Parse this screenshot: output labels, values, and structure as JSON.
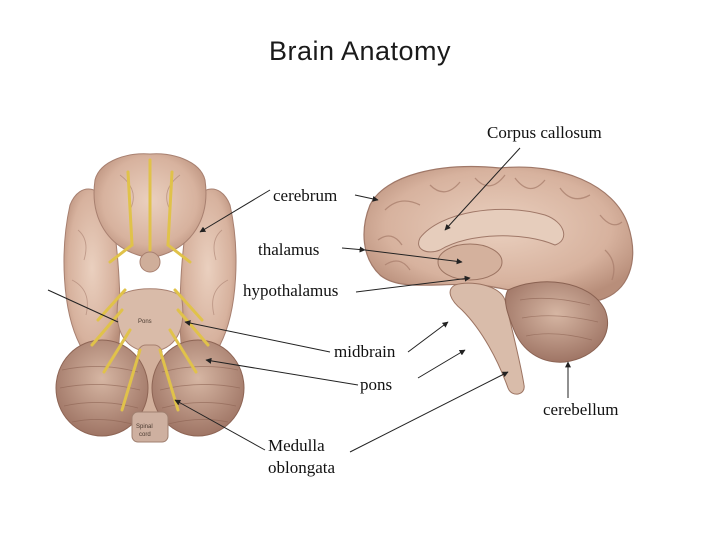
{
  "slide": {
    "title": "Brain Anatomy"
  },
  "colors": {
    "brain_tissue": "#dcb9a6",
    "brain_shadow": "#b58c78",
    "nerve_yellow": "#e0c24a",
    "label_text": "#111111"
  },
  "labels": {
    "corpus_callosum": "Corpus callosum",
    "cerebrum": "cerebrum",
    "thalamus": "thalamus",
    "hypothalamus": "hypothalamus",
    "midbrain": "midbrain",
    "pons": "pons",
    "cerebellum": "cerebellum",
    "medulla_line1": "Medulla",
    "medulla_line2": "oblongata"
  },
  "ventral_view_labels": {
    "pons": "Pons",
    "spinal_cord_line1": "Spinal",
    "spinal_cord_line2": "cord"
  }
}
